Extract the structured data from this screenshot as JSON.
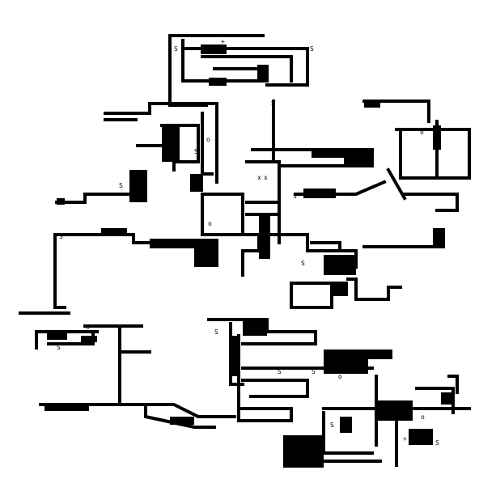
{
  "title": "",
  "colors": {
    "ink": "#000000",
    "paper": "#ffffff"
  },
  "legend_glyphs": [
    "S",
    "+",
    "x",
    "o"
  ],
  "description_free": true
}
